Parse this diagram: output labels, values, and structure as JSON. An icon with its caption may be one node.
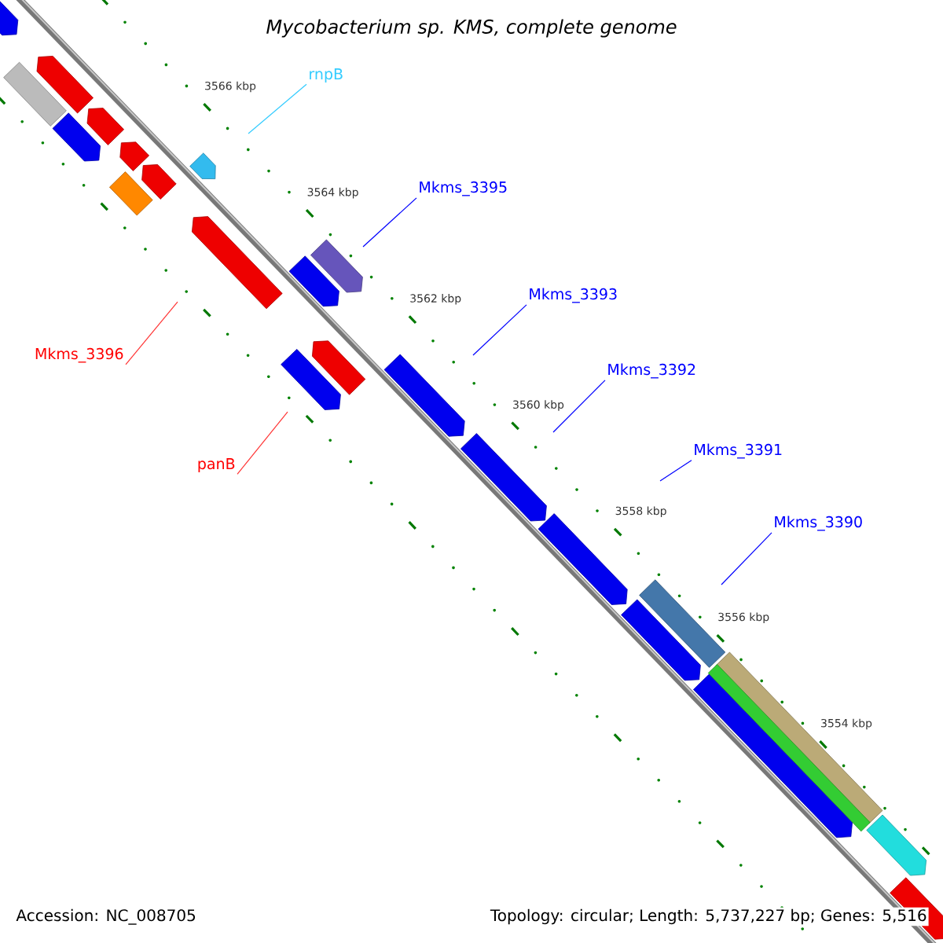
{
  "diagram": {
    "title": "Mycobacterium sp. KMS, complete genome",
    "nodes": [
      {
        "text": [
          "rnpB"
        ]
      },
      {
        "text": [
          "Mkms_3395"
        ]
      },
      {
        "text": [
          "Mkms_3393"
        ]
      },
      {
        "text": [
          "Mkms_3392"
        ]
      },
      {
        "text": [
          "Mkms_3391"
        ]
      },
      {
        "text": [
          "Mkms_3390"
        ]
      },
      {
        "text": [
          "Mkms_3396"
        ]
      },
      {
        "text": [
          "panB"
        ]
      }
    ],
    "edges": [
      {
        "from": 0,
        "to": null,
        "arrow": "none",
        "color": "#33ccff"
      },
      {
        "from": 1,
        "to": null,
        "arrow": "none"
      },
      {
        "from": 2,
        "to": null,
        "arrow": "none"
      },
      {
        "from": 3,
        "to": null,
        "arrow": "none"
      },
      {
        "from": 4,
        "to": null,
        "arrow": "none"
      },
      {
        "from": 5,
        "to": null,
        "arrow": "none"
      },
      {
        "from": 6,
        "to": null,
        "arrow": "none",
        "color": "#ff3333"
      },
      {
        "from": 7,
        "to": null,
        "arrow": "none",
        "color": "#ff3333"
      }
    ],
    "labels": [
      "3566 kbp",
      "3564 kbp",
      "3562 kbp",
      "3560 kbp",
      "3558 kbp",
      "3556 kbp",
      "3554 kbp",
      "Accession: NC_008705",
      "Topology: circular; Length: 5,737,227 bp; Genes: 5,516"
    ]
  }
}
